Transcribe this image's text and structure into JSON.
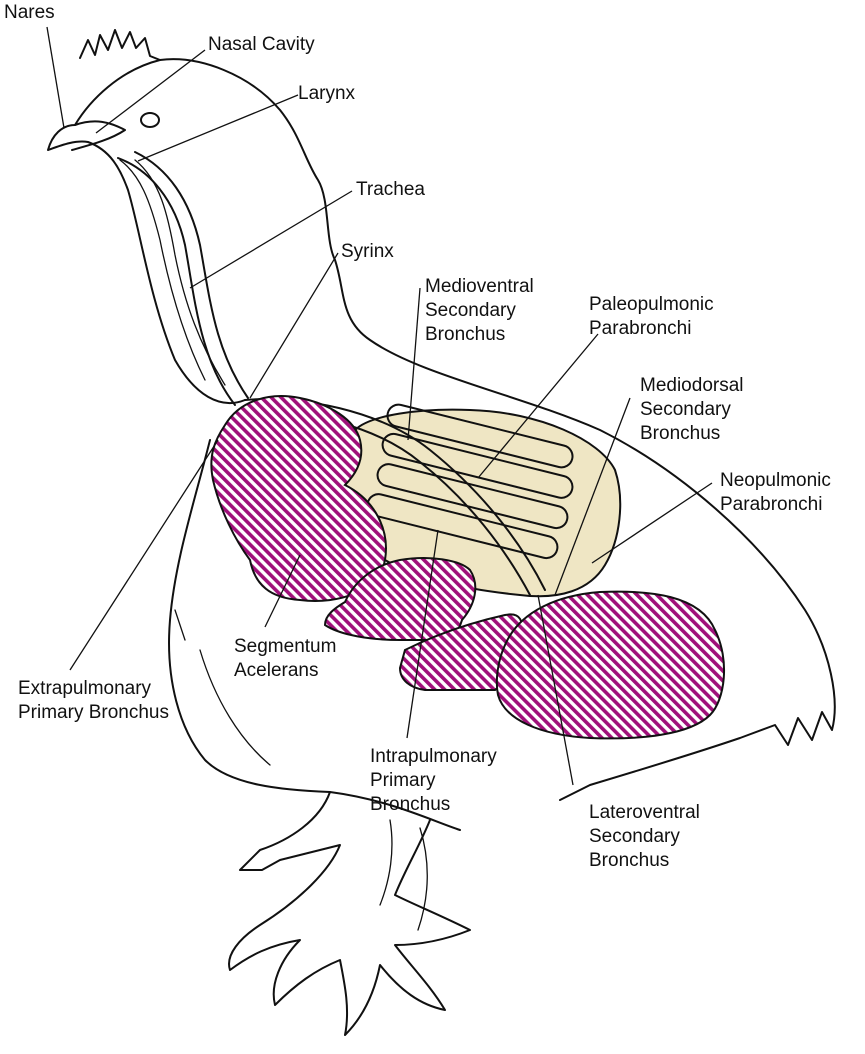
{
  "colors": {
    "air_sac_hatch": "#a0107a",
    "line": "#111111",
    "lung_fill": "#efe6c4",
    "background": "#ffffff"
  },
  "labels": {
    "nares": [
      "Nares"
    ],
    "nasal_cavity": [
      "Nasal Cavity"
    ],
    "larynx": [
      "Larynx"
    ],
    "trachea": [
      "Trachea"
    ],
    "syrinx": [
      "Syrinx"
    ],
    "medioventral": [
      "Medioventral",
      "Secondary",
      "Bronchus"
    ],
    "paleopulmonic": [
      "Paleopulmonic",
      "Parabronchi"
    ],
    "mediodorsal": [
      "Mediodorsal",
      "Secondary",
      "Bronchus"
    ],
    "neopulmonic": [
      "Neopulmonic",
      "Parabronchi"
    ],
    "extrapulmonary": [
      "Extrapulmonary",
      "Primary Bronchus"
    ],
    "segmentum": [
      "Segmentum",
      "Acelerans"
    ],
    "intrapulmonary": [
      "Intrapulmonary",
      "Primary",
      "Bronchus"
    ],
    "lateroventral": [
      "Lateroventral",
      "Secondary",
      "Bronchus"
    ]
  }
}
